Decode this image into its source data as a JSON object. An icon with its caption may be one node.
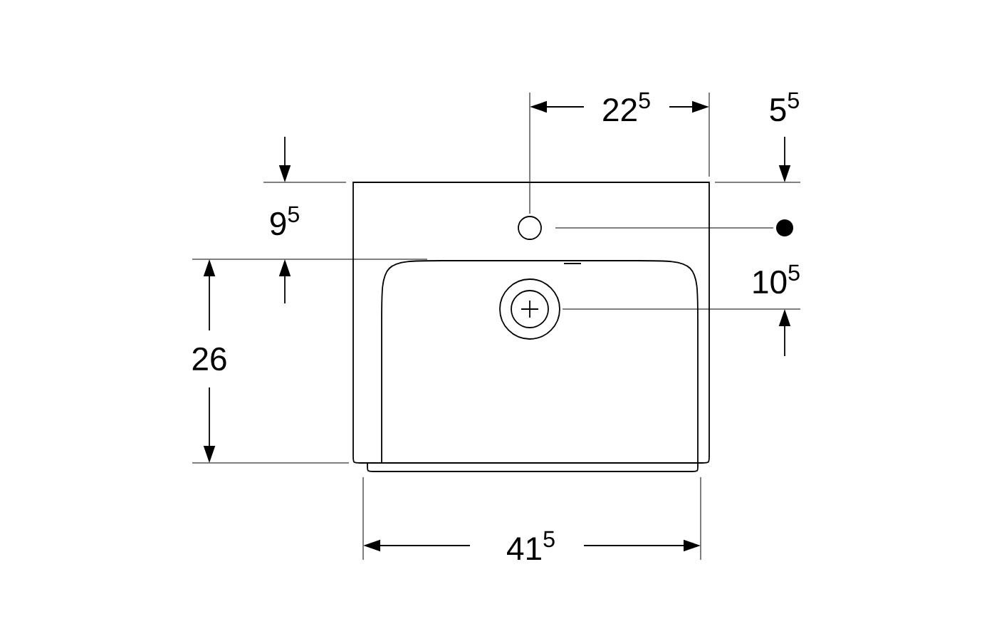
{
  "diagram": {
    "labels": [
      "22$^{5}$",
      "5$^{5}$",
      "9$^{5}$",
      "10$^{5}$",
      "26",
      "41$^{5}$"
    ]
  }
}
